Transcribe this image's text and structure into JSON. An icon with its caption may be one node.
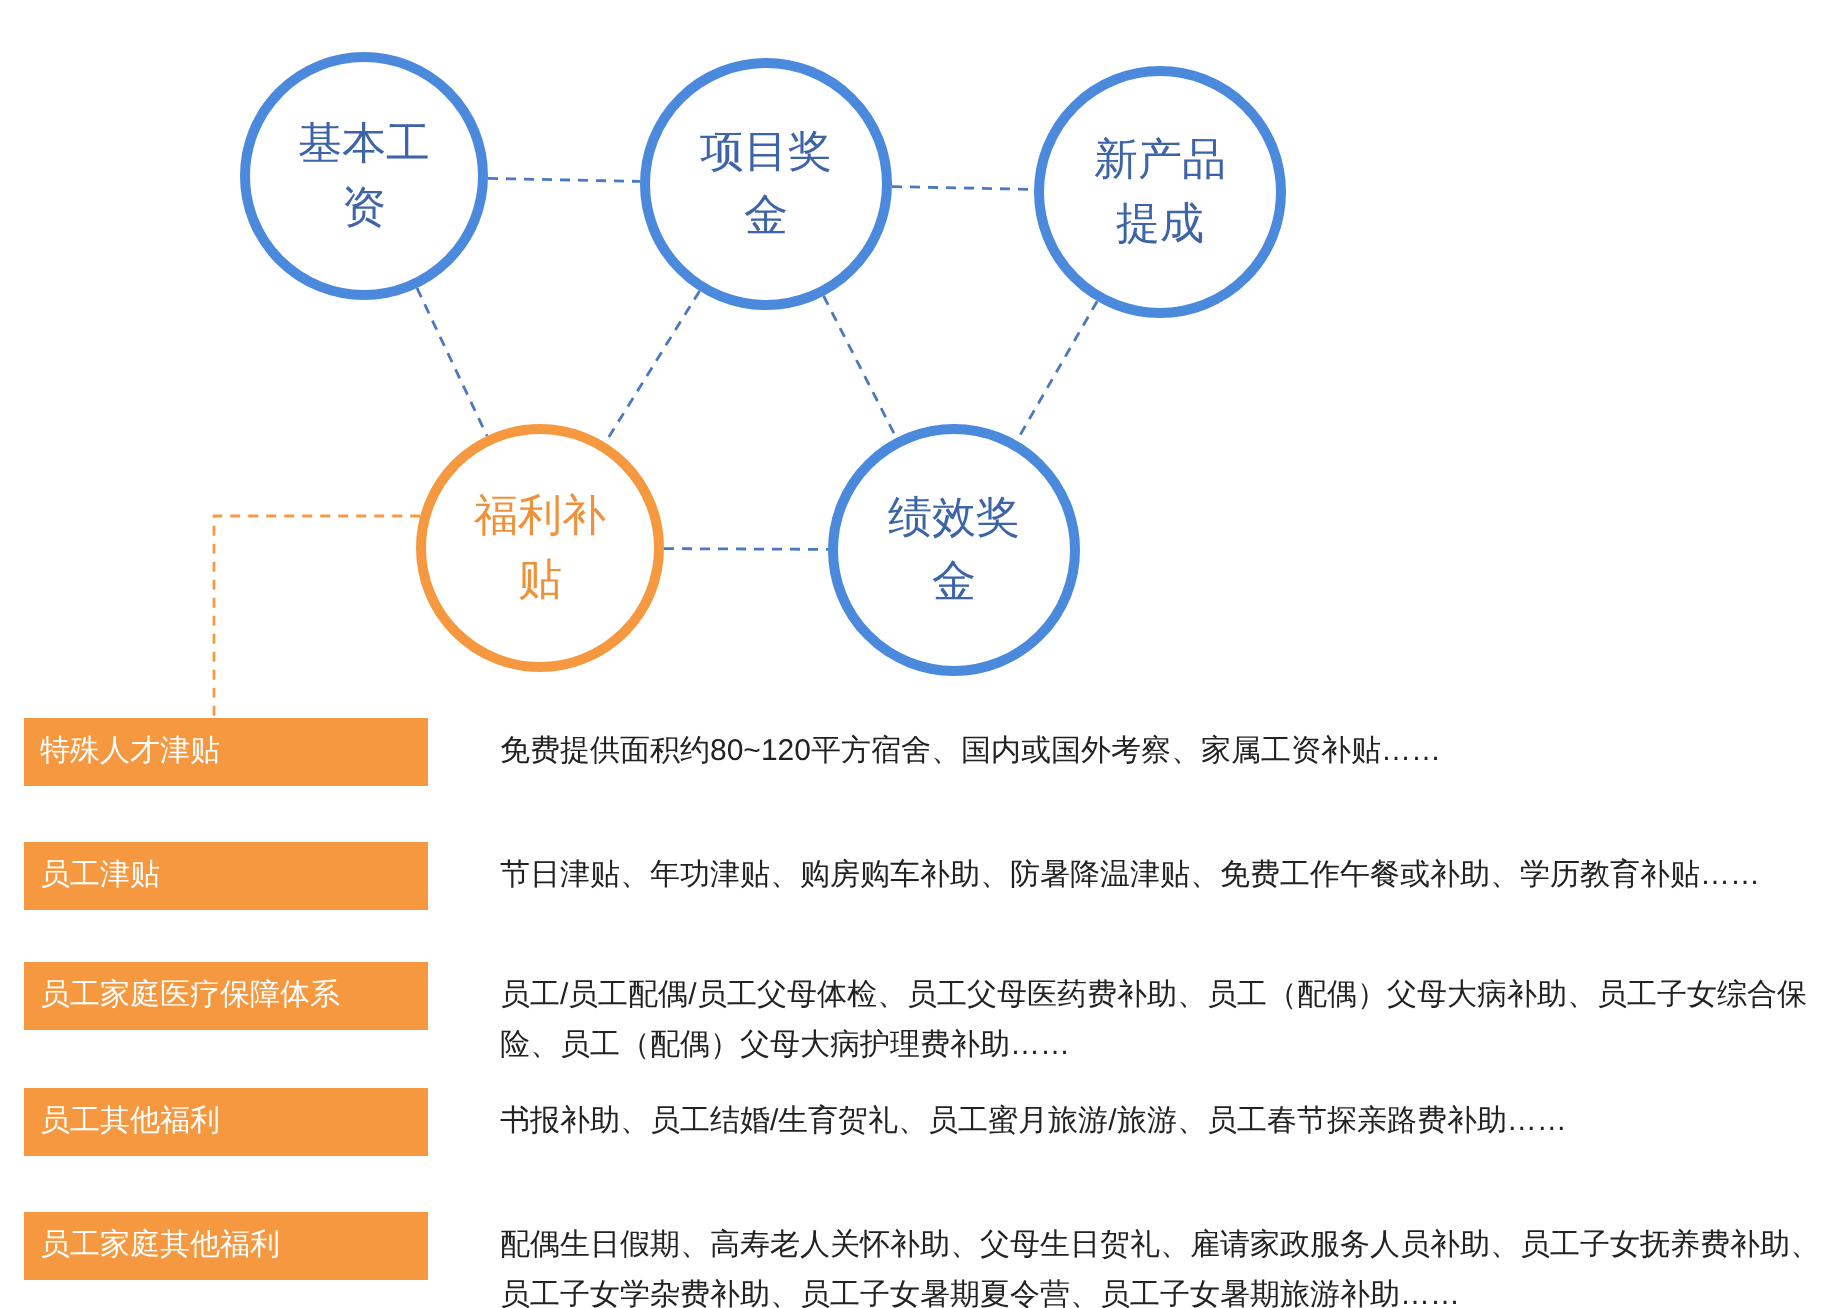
{
  "diagram": {
    "nodes": [
      {
        "text": [
          "基本工资"
        ]
      },
      {
        "text": [
          "项目奖金"
        ]
      },
      {
        "text": [
          "新产品提成"
        ]
      },
      {
        "text": [
          "福利补贴"
        ]
      },
      {
        "text": [
          "绩效奖金"
        ]
      },
      {
        "text": [
          "特殊人才津贴"
        ],
        "beside": [
          "免费提供面积约80~120平方宿舍、国内或国外考察、家属工资补贴……"
        ]
      },
      {
        "text": [
          "员工津贴"
        ],
        "beside": [
          "节日津贴、年功津贴、购房购车补助、防暑降温津贴、免费工作午餐或补助、学历教育补贴……"
        ]
      },
      {
        "text": [
          "员工家庭医疗保障体系"
        ],
        "beside": [
          "员工/员工配偶/员工父母体检、员工父母医药费补助、员工（配偶）父母大病补助、员工子女综合保险、员工（配偶）父母大病护理费补助……"
        ]
      },
      {
        "text": [
          "员工其他福利"
        ],
        "beside": [
          "书报补助、员工结婚/生育贺礼、员工蜜月旅游/旅游、员工春节探亲路费补助……"
        ]
      },
      {
        "text": [
          "员工家庭其他福利"
        ],
        "beside": [
          "配偶生日假期、高寿老人关怀补助、父母生日贺礼、雇请家政服务人员补助、员工子女抚养费补助、员工子女学杂费补助、员工子女暑期夏令营、员工子女暑期旅游补助……"
        ]
      }
    ],
    "edges": [
      {
        "from": 0,
        "to": 1,
        "arrow": "none",
        "style": "dashed"
      },
      {
        "from": 1,
        "to": 2,
        "arrow": "none",
        "style": "dashed"
      },
      {
        "from": 0,
        "to": 3,
        "arrow": "none",
        "style": "dashed"
      },
      {
        "from": 1,
        "to": 3,
        "arrow": "none",
        "style": "dashed"
      },
      {
        "from": 1,
        "to": 4,
        "arrow": "none",
        "style": "dashed"
      },
      {
        "from": 2,
        "to": 4,
        "arrow": "none",
        "style": "dashed"
      },
      {
        "from": 3,
        "to": 4,
        "arrow": "none",
        "style": "dashed"
      },
      {
        "from": 3,
        "to": 5,
        "arrow": "none",
        "style": "dashed",
        "color": "#f39a45"
      }
    ]
  }
}
